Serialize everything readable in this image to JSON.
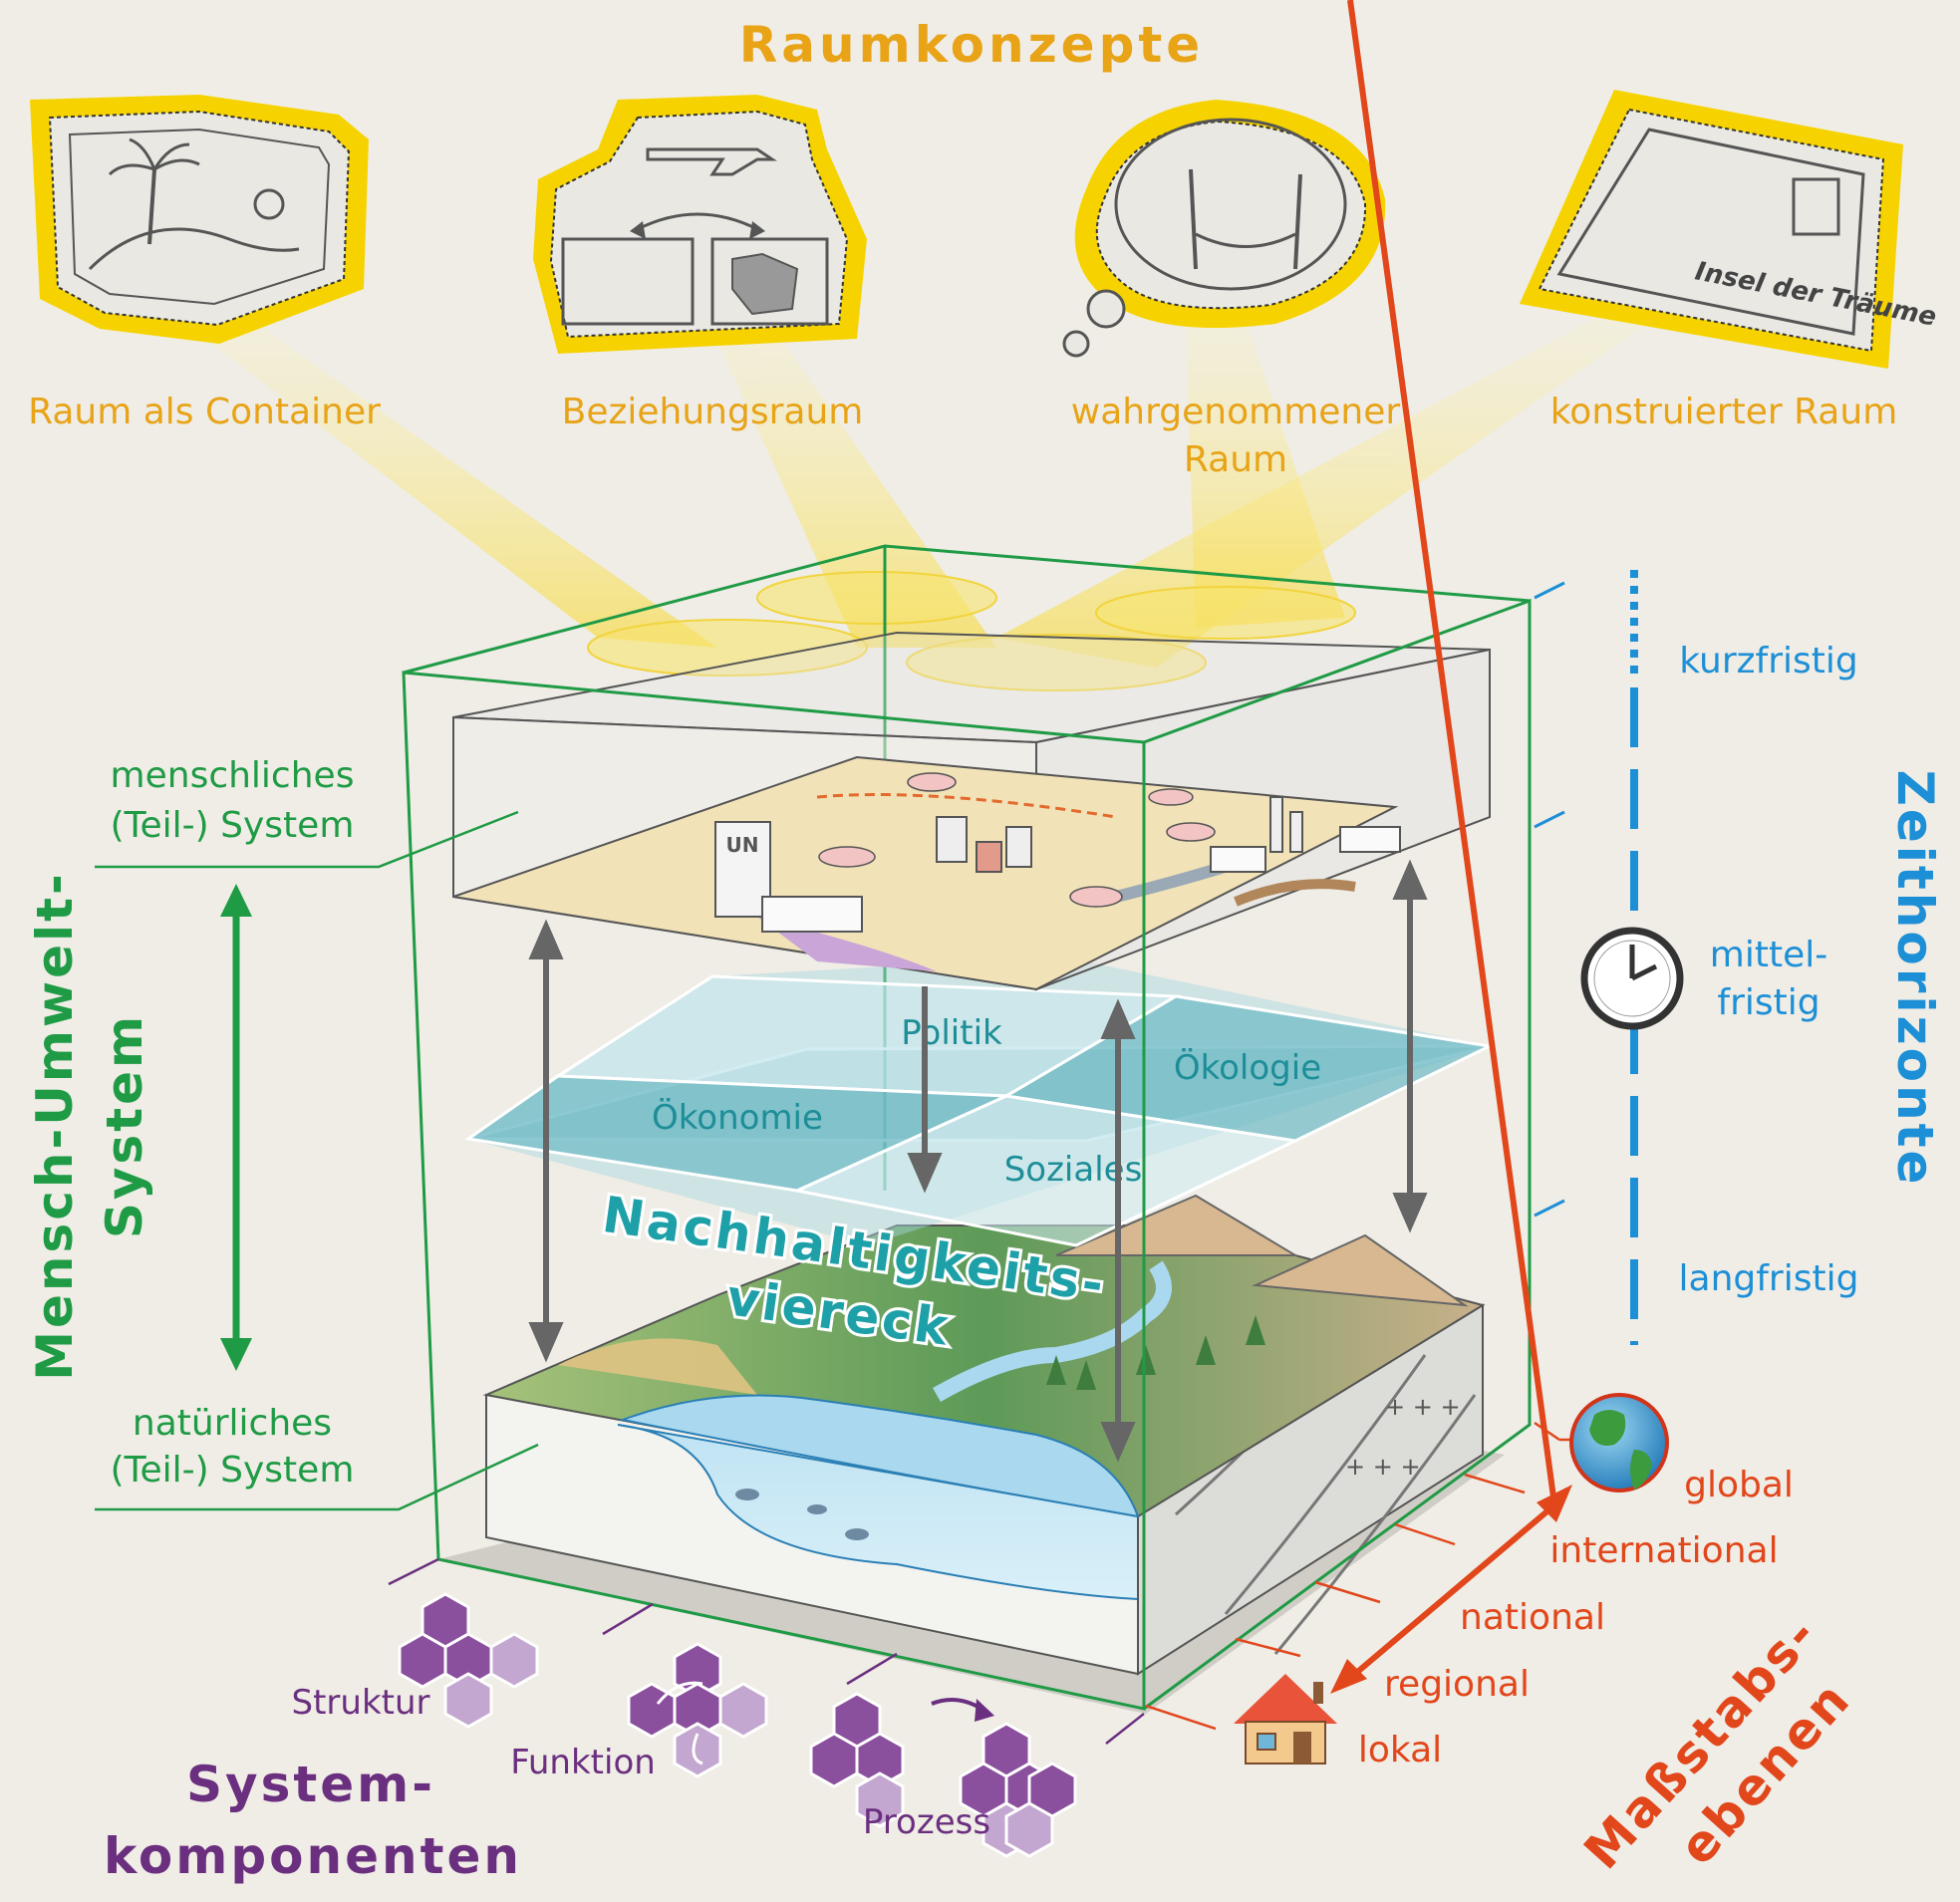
{
  "title": "Raumkonzepte",
  "concepts": [
    {
      "label": "Raum als Container"
    },
    {
      "label": "Beziehungsraum"
    },
    {
      "label": "wahrgenommener",
      "label2": "Raum"
    },
    {
      "label": "konstruierter Raum"
    }
  ],
  "stamp_text": "Insel der Träume",
  "un_label": "UN",
  "left": {
    "human_line1": "menschliches",
    "human_line2": "(Teil-) System",
    "natural_line1": "natürliches",
    "natural_line2": "(Teil-) System",
    "title_line1": "Mensch-Umwelt-",
    "title_line2": "System"
  },
  "sustainability": {
    "title_line1": "Nachhaltigkeits-",
    "title_line2": "viereck",
    "quadrants": [
      "Politik",
      "Ökologie",
      "Ökonomie",
      "Soziales"
    ]
  },
  "time": {
    "title": "Zeithorizonte",
    "short": "kurzfristig",
    "mid_line1": "mittel-",
    "mid_line2": "fristig",
    "long": "langfristig"
  },
  "scales": {
    "title_line1": "Maßstabs-",
    "title_line2": "ebenen",
    "levels": [
      "global",
      "international",
      "national",
      "regional",
      "lokal"
    ]
  },
  "components": {
    "title_line1": "System-",
    "title_line2": "komponenten",
    "items": [
      "Struktur",
      "Funktion",
      "Prozess"
    ]
  },
  "colors": {
    "orange": "#e8a317",
    "green": "#18964a",
    "teal": "#1d9aa3",
    "blue": "#1d8fd6",
    "red": "#e2461b",
    "purple": "#6b2f7f",
    "yellow": "#f6d300"
  }
}
